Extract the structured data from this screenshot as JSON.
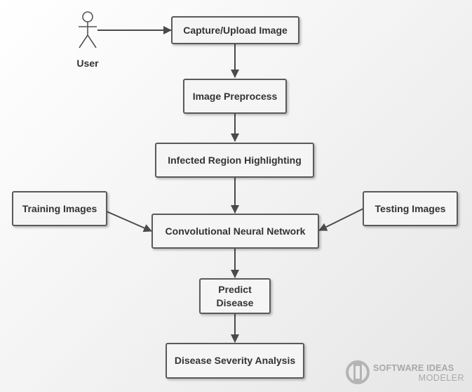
{
  "diagram": {
    "actor": {
      "label": "User"
    },
    "nodes": {
      "capture": "Capture/Upload Image",
      "preprocess": "Image Preprocess",
      "highlight": "Infected Region Highlighting",
      "training": "Training Images",
      "cnn": "Convolutional Neural Network",
      "testing": "Testing Images",
      "predict": "Predict\nDisease",
      "severity": "Disease Severity Analysis"
    },
    "colors": {
      "box_fill": "#f5f5f5",
      "box_border": "#5a5a5a",
      "arrow": "#4a4a4a",
      "text": "#333333",
      "watermark": "#a8a8a8"
    }
  },
  "watermark": {
    "line1": "SOFTWARE IDEAS",
    "line2": "MODELER",
    "icon": "software-ideas-modeler-logo-icon"
  }
}
